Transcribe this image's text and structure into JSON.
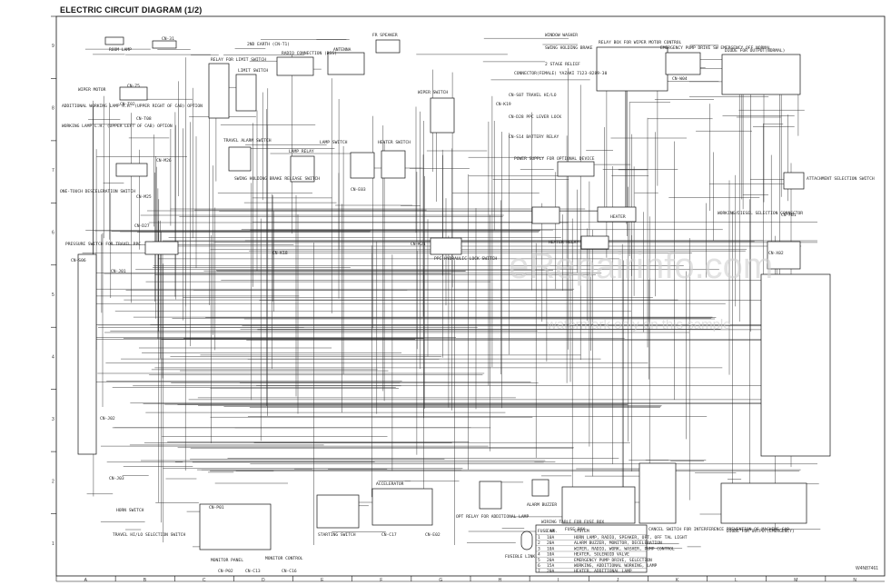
{
  "title": "ELECTRIC CIRCUIT DIAGRAM (1/2)",
  "watermark": {
    "main": "eRepairinfo.com",
    "sub": "watermark only on this sample"
  },
  "drawing_no": "W4N87461",
  "grid": {
    "columns": [
      "A",
      "B",
      "C",
      "D",
      "E",
      "F",
      "G",
      "H",
      "I",
      "J",
      "K",
      "L",
      "M",
      "N"
    ],
    "rows": [
      "9",
      "8",
      "7",
      "6",
      "5",
      "4",
      "3",
      "2",
      "1"
    ]
  },
  "labels": {
    "room_lamp": "ROOM LAMP",
    "earth": "2ND EARTH (CN-T1)",
    "radio_conn": "RADIO CONNECTION (RSS)",
    "speaker": "FR SPEAKER",
    "antenna": "ANTENNA",
    "window_washer": "WINDOW WASHER",
    "swing_brake": "SWING HOLDING BRAKE",
    "stage_relief": "2 STAGE RELIEF",
    "relay_box": "RELAY BOX FOR WIPER MOTOR CONTROL",
    "emergency_diode": "EMERGENCY PUMP DRIVE SW EMERGENCY OFF NORMAL",
    "diode_output": "DIODE FOR OUTPUT(NORMAL)",
    "relay_limit": "RELAY FOR LIMIT SWITCH",
    "limit_switch": "LIMIT SWITCH",
    "wiper_motor": "WIPER MOTOR",
    "working_lamp_add": "ADDITIONAL WORKING LAMP R.H. (UPPER RIGHT OF CAB) OPTION",
    "working_lamp_lh": "WORKING LAMP L.H. (UPPER LEFT OF CAB) OPTION",
    "connector": "CONNECTOR(FEMALE) YAZAKI 7123-8289-30",
    "travel_hilo": "CN-S07 TRAVEL HI/LO",
    "ppc_lever": "CN-D28 PPC LEVER LOCK",
    "battery_relay": "CN-S14 BATTERY RELAY",
    "wiper_switch": "WIPER SWITCH",
    "travel_alarm": "TRAVEL ALARM SWITCH",
    "lamp_switch": "LAMP SWITCH",
    "heater_switch": "HEATER SWITCH",
    "lamp_relay": "LAMP RELAY",
    "swing_holding_sw": "SWING HOLDING BRAKE RELEASE SWITCH",
    "power_supply": "POWER SUPPLY FOR OPTIONAL DEVICE",
    "heater": "HEATER",
    "heater_relay": "HEATER RELAY",
    "one_touch": "ONE-TOUCH DESCELERATION SWITCH",
    "pressure_switch": "PRESSURE SWITCH FOR TRAVEL PPC",
    "ppc_hydraulic": "PPC HYDRAULIC LOCK SWITCH",
    "attachment_sel": "ATTACHMENT SELECTION SWITCH",
    "working_sel": "WORKING/DIESEL SELECTION CONNECTOR",
    "horn_switch": "HORN SWITCH",
    "travel_hilo_sel": "TRAVEL HI/LO SELECTION SWITCH",
    "monitor_panel": "MONITOR PANEL",
    "accelerator": "ACCELERATOR",
    "starting_switch": "STARTING SWITCH",
    "opt_relay": "OPT RELAY FOR ADDITIONAL LAMP",
    "alarm_buzzer": "ALARM BUZZER",
    "fuse_box": "FUSE BOX",
    "fusible_link": "FUSIBLE LINK",
    "wiring_table": "WIRING TABLE FOR FUSE BOX",
    "cancel_switch": "CANCEL SWITCH FOR INTERFERENCE PREVENTION OF MACHINE CAB",
    "diode_emergency": "DIODE FOR OUTPUT(EMERGENCY)",
    "monitor_swcn": "MONITOR CONTROL"
  },
  "connectors": [
    "CN-31",
    "CN-75",
    "CN-T02",
    "CN-T08",
    "CN-M26",
    "CN-M25",
    "CN-D27",
    "CN-S06",
    "CN-J01",
    "CN-J02",
    "CN-J03",
    "CN-P01",
    "CN-P02",
    "CN-C13",
    "CN-C16",
    "CN-C17",
    "CN-E02",
    "CN-E03",
    "CN-K21",
    "CN-K18",
    "CN-K19",
    "CN-FB1",
    "CN-X02",
    "CN-W04"
  ],
  "fuse_table": {
    "headers": [
      "FUSE NO.",
      "CAP",
      "SYSTEM"
    ],
    "rows": [
      [
        "1",
        "10A",
        "HORN LAMP, RADIO, SPEAKER, OPT, OFF TAL LIGHT"
      ],
      [
        "2",
        "20A",
        "ALARM BUZZER, MONITOR, DECELERATION"
      ],
      [
        "3",
        "10A",
        "WIPER, RADIO, WORK, WASHER, PUMP CONTROL"
      ],
      [
        "4",
        "10A",
        "HEATER, SOLENOID VALVE"
      ],
      [
        "5",
        "20A",
        "EMERGENCY PUMP DRIVE, SELECTION"
      ],
      [
        "6",
        "15A",
        "WORKING, ADDITIONAL WORKING, LAMP"
      ],
      [
        "7",
        "20A",
        "HEATER, ADDITIONAL LAMP"
      ]
    ]
  },
  "colors": {
    "ink": "#1c1c1c",
    "background": "#ffffff",
    "watermark": "#cfcfcf"
  }
}
